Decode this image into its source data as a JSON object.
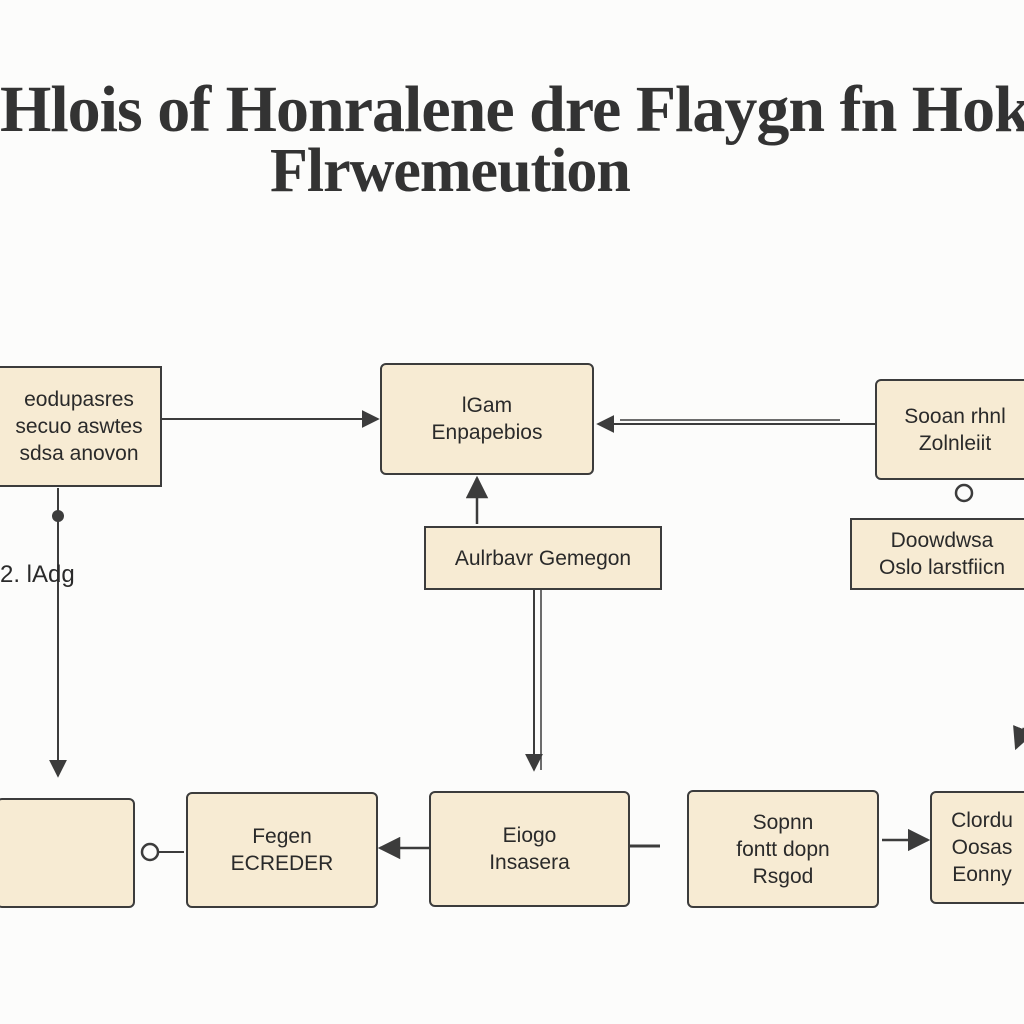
{
  "title": {
    "line1": "Hlois of Honralene dre Flaygn fn Hokies",
    "line2": "Flrwemeution"
  },
  "side_label": "2. lAdg",
  "nodes": {
    "top_left": {
      "lines": [
        "eodupasres",
        "secuo aswtes",
        "sdsa anovon"
      ]
    },
    "top_center": {
      "lines": [
        "lGam",
        "Enpapebios"
      ]
    },
    "top_right": {
      "lines": [
        "Sooan rhnl",
        "Zolnleiit"
      ]
    },
    "mid_center": {
      "lines": [
        "Aulrbavr Gemegon"
      ]
    },
    "mid_right": {
      "lines": [
        "Doowdwsa",
        "Oslo larstfiicn"
      ]
    },
    "bottom_1": {
      "lines": []
    },
    "bottom_2": {
      "lines": [
        "Fegen",
        "ECREDER"
      ]
    },
    "bottom_3": {
      "lines": [
        "Eiogo",
        "Insasera"
      ]
    },
    "bottom_4": {
      "lines": [
        "Sopnn",
        "fontt dopn",
        "Rsgod"
      ]
    },
    "bottom_5": {
      "lines": [
        "Clordu",
        "Oosas",
        "Eonny"
      ]
    }
  },
  "colors": {
    "node_fill": "#f7ebd3",
    "node_border": "#3c3c3c",
    "line": "#3c3c3c",
    "text": "#2a2a2a",
    "background": "#fcfcfb"
  }
}
